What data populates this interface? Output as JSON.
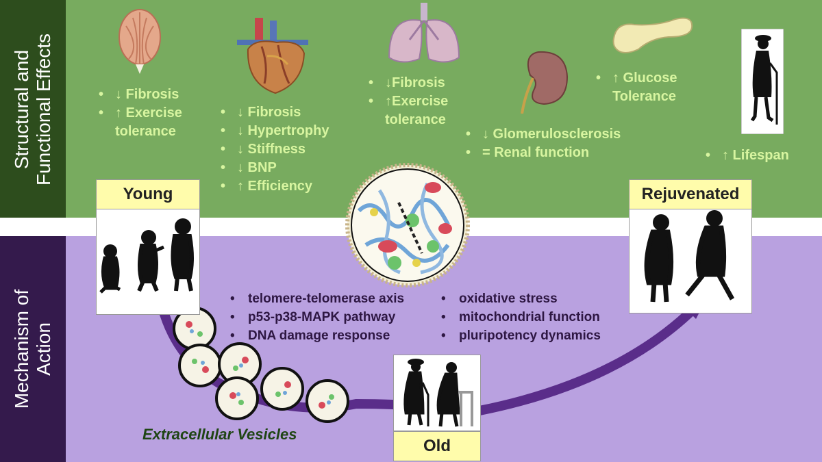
{
  "side_labels": {
    "top": [
      "Structural and",
      "Functional Effects"
    ],
    "bottom": [
      "Mechanism of",
      "Action"
    ]
  },
  "organs": {
    "muscle": [
      "↓ Fibrosis",
      "↑ Exercise",
      "tolerance"
    ],
    "heart": [
      "↓ Fibrosis",
      "↓ Hypertrophy",
      "↓ Stiffness",
      "↓ BNP",
      "↑ Efficiency"
    ],
    "lung": [
      "↓Fibrosis",
      "↑Exercise",
      "tolerance"
    ],
    "kidney": [
      "↓ Glomerulosclerosis",
      "= Renal function"
    ],
    "pancreas": [
      "↑ Glucose",
      "Tolerance"
    ],
    "lifespan": [
      "↑ Lifespan"
    ]
  },
  "mechanisms": {
    "left": [
      "telomere-telomerase axis",
      "p53-p38-MAPK pathway",
      "DNA damage response"
    ],
    "right": [
      "oxidative stress",
      "mitochondrial function",
      "pluripotency dynamics"
    ]
  },
  "stages": {
    "young": "Young",
    "old": "Old",
    "rejuvenated": "Rejuvenated"
  },
  "ev_label": "Extracellular Vesicles",
  "colors": {
    "top_band": "#78ab5f",
    "bottom_band": "#b9a1e0",
    "top_side": "#2d4d1d",
    "bottom_side": "#341a4c",
    "bullet_text": "#d8f5a0",
    "mechanism_text": "#2e1743",
    "stage_label_bg": "#fffcab",
    "arrow": "#5a2d8a",
    "ev_text": "#1f4514"
  }
}
